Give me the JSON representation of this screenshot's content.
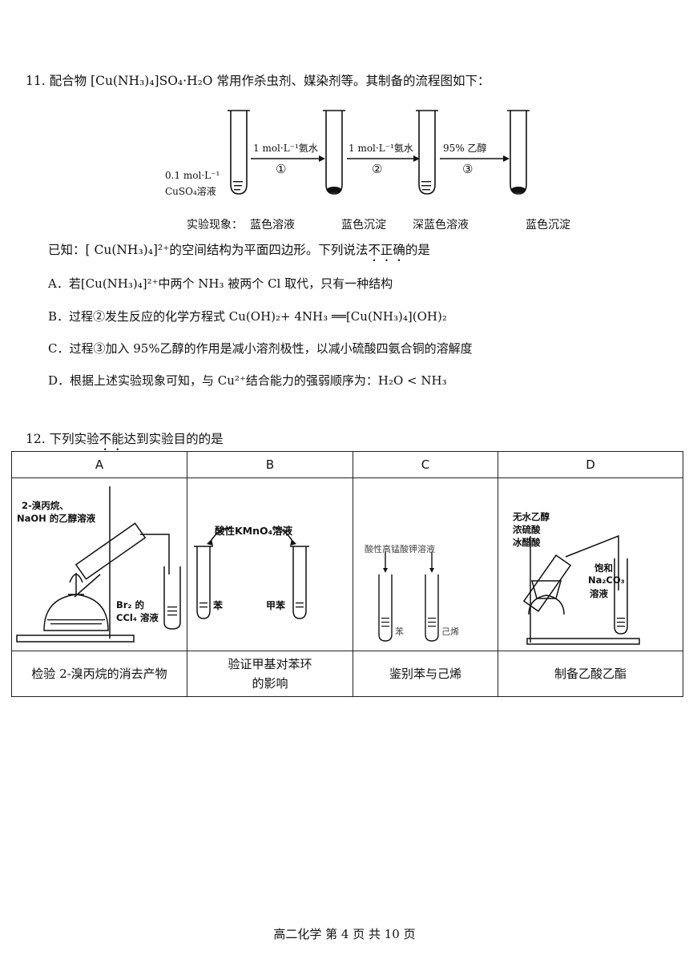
{
  "q11": {
    "number": "11.",
    "stem_a": "配合物",
    "formula": "[Cu(NH₃)₄]SO₄·H₂O",
    "stem_b": "常用作杀虫剂、媒染剂等。其制备的流程图如下：",
    "start_reagent_line1": "0.1 mol·L⁻¹",
    "start_reagent_line2": "CuSO₄溶液",
    "arrow1": "1 mol·L⁻¹氨水",
    "arrow1_step": "①",
    "arrow2": "1 mol·L⁻¹氨水",
    "arrow2_step": "②",
    "arrow3": "95% 乙醇",
    "arrow3_step": "③",
    "phenomenon_label": "实验现象：",
    "phenomena": [
      "蓝色溶液",
      "蓝色沉淀",
      "深蓝色溶液",
      "蓝色沉淀"
    ],
    "known_a": "已知：[ Cu(NH₃)₄]²⁺的空间结构为平面四边形。下列说法",
    "known_emph": "不正确",
    "known_b": "的是",
    "options": [
      "A．若[Cu(NH₃)₄]²⁺中两个 NH₃ 被两个 Cl 取代，只有一种结构",
      "B．过程②发生反应的化学方程式 Cu(OH)₂+ 4NH₃ ══[Cu(NH₃)₄](OH)₂",
      "C．过程③加入 95%乙醇的作用是减小溶剂极性，以减小硫酸四氨合铜的溶解度",
      "D．根据上述实验现象可知，与 Cu²⁺结合能力的强弱顺序为：H₂O < NH₃"
    ]
  },
  "q12": {
    "number": "12.",
    "stem_a": "下列实验",
    "stem_emph": "不能",
    "stem_b": "达到实验目的的是",
    "headers": [
      "A",
      "B",
      "C",
      "D"
    ],
    "figA": {
      "reagent1": "2-溴丙烷、",
      "reagent2": "NaOH 的乙醇溶液",
      "trap1": "Br₂ 的",
      "trap2": "CCl₄ 溶液"
    },
    "figB": {
      "reagent": "酸性KMnO₄溶液",
      "left": "苯",
      "right": "甲苯"
    },
    "figC": {
      "reagent": "酸性高锰酸钾溶液",
      "left": "苯",
      "right": "己烯"
    },
    "figD": {
      "r1": "无水乙醇",
      "r2": "浓硫酸",
      "r3": "冰醋酸",
      "s1": "饱和",
      "s2": "Na₂CO₃",
      "s3": "溶液"
    },
    "captions": [
      "检验 2-溴丙烷的消去产物",
      "验证甲基对苯环",
      "的影响",
      "鉴别苯与己烯",
      "制备乙酸乙酯"
    ]
  },
  "footer": "高二化学  第 4 页  共 10 页"
}
